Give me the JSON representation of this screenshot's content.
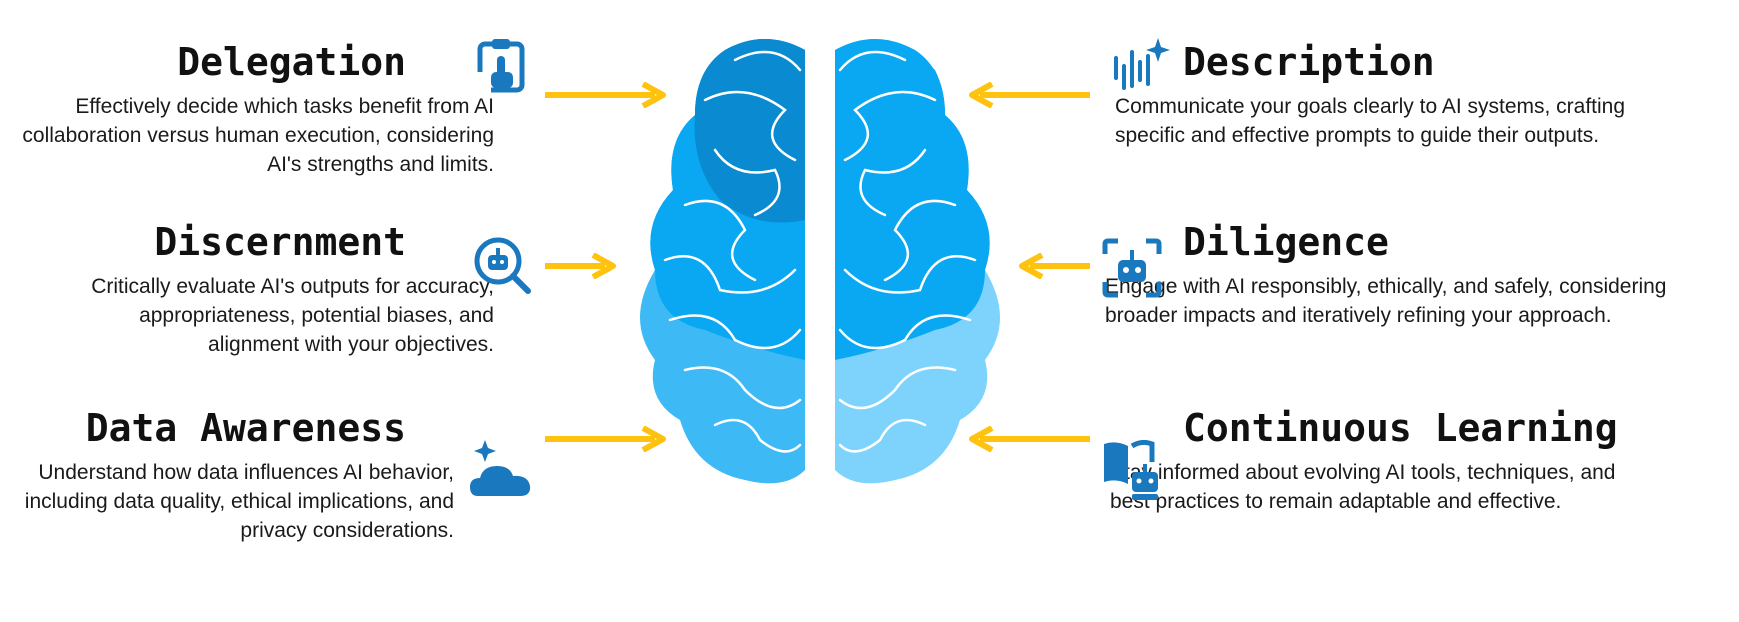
{
  "skills": {
    "delegation": {
      "title": "Delegation",
      "text": "Effectively decide which tasks benefit from AI collaboration versus human execution, considering AI's strengths and limits."
    },
    "discernment": {
      "title": "Discernment",
      "text": "Critically evaluate AI's outputs for accuracy, appropriateness, potential biases, and alignment with your objectives."
    },
    "data_awareness": {
      "title": "Data Awareness",
      "text": "Understand how data influences AI behavior, including data quality, ethical implications, and privacy considerations."
    },
    "description": {
      "title": "Description",
      "text": "Communicate your goals clearly to AI systems, crafting specific and effective prompts to guide their outputs."
    },
    "diligence": {
      "title": "Diligence",
      "text": "Engage with AI responsibly, ethically, and safely, considering broader impacts and iteratively refining your approach."
    },
    "continuous_learning": {
      "title": "Continuous Learning",
      "text": "Stay informed about evolving AI tools, techniques, and best practices to remain adaptable and effective."
    }
  },
  "colors": {
    "arrow": "#FFC20E",
    "icon": "#1A78BE",
    "brain_dark": "#0A8AD0",
    "brain_mid": "#0AA8F2",
    "brain_light": "#3DBAF5",
    "brain_lighter": "#7DD3FC"
  },
  "icons": {
    "delegation": "clipboard-hand-icon",
    "discernment": "magnify-robot-icon",
    "data_awareness": "cloud-sparkle-icon",
    "description": "audio-sparkle-icon",
    "diligence": "robot-frame-icon",
    "continuous_learning": "book-robot-icon"
  }
}
